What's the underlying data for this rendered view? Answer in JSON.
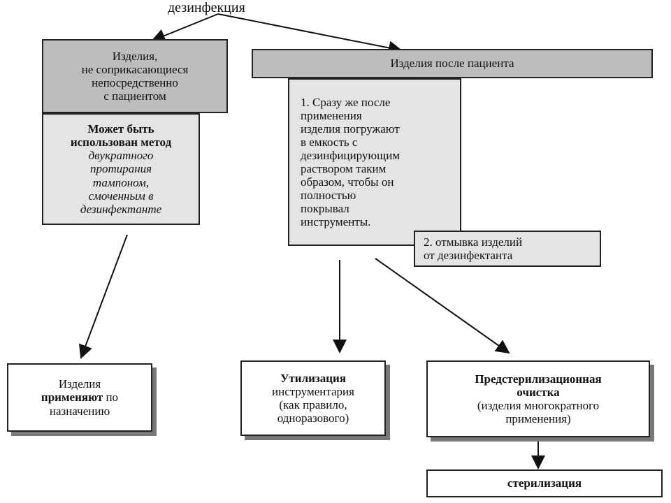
{
  "title": "дезинфекция",
  "left_top": {
    "lines": [
      "Изделия,",
      "не соприкасающиеся",
      "непосредственно",
      "с пациентом"
    ]
  },
  "left_method": {
    "line1": "Может быть",
    "line2": "использован метод",
    "italic_lines": [
      "двукратного",
      "протирания",
      "тампоном,",
      "смоченным в",
      "дезинфектанте"
    ]
  },
  "right_top": {
    "label": "Изделия после пациента"
  },
  "step1": {
    "lines": [
      "1. Сразу же после",
      "применения",
      "изделия погружают",
      "в емкость с",
      "дезинфицирующим",
      "раствором таким",
      "образом, чтобы он",
      "полностью",
      "покрывал",
      "инструменты."
    ]
  },
  "step2": {
    "lines": [
      "2. отмывка изделий",
      "от дезинфектанта"
    ]
  },
  "apply": {
    "line1": "Изделия",
    "bold_word": "применяют",
    "after_bold": " по",
    "line3": "назначению"
  },
  "utilization": {
    "bold": "Утилизация",
    "lines": [
      "инструментария",
      "(как правило,",
      "одноразового)"
    ]
  },
  "presterilization": {
    "bold_lines": [
      "Предстерилизационная",
      "очистка"
    ],
    "lines": [
      "(изделия многократного",
      "применения)"
    ]
  },
  "sterilization": {
    "bold": "стерилизация"
  }
}
